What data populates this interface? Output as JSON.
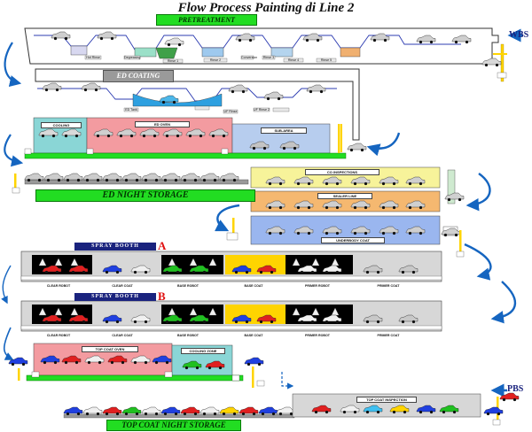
{
  "title": "Flow Process Painting di Line 2",
  "pretreatment": {
    "label": "PRETREATMENT",
    "stations": [
      "Hot Rinse",
      "Degreasing",
      "Rinse 1",
      "Rinse 2",
      "Conversion",
      "Rinse 3",
      "Rinse 4",
      "Rinse 5"
    ]
  },
  "ed_coating": {
    "label": "ED COATING",
    "stations": [
      "ED Tank",
      "UF Rinse",
      "UF Rinse 2"
    ]
  },
  "wbs_label": "WBS",
  "pbs_label": "PBS",
  "ed_oven_row": {
    "cooling": "COOLING",
    "ed_oven": "ED OVEN",
    "sub_area": "SUB-AREA"
  },
  "ed_night_storage": "ED NIGHT STORAGE",
  "inspection_stack": {
    "co": "CO INSPECTIONS",
    "sealer": "SEALER LINE",
    "under": "UNDERBODY COAT"
  },
  "booth_a": {
    "title": "SPRAY BOOTH",
    "letter": "A",
    "labels": [
      "CLEAR ROBOT",
      "CLEAR COAT",
      "BASE ROBOT",
      "BASE COAT",
      "PRIMER ROBOT",
      "PRIMER COAT"
    ]
  },
  "booth_b": {
    "title": "SPRAY BOOTH",
    "letter": "B",
    "labels": [
      "CLEAR ROBOT",
      "CLEAR COAT",
      "BASE ROBOT",
      "BASE COAT",
      "PRIMER ROBOT",
      "PRIMER COAT"
    ]
  },
  "top_coat_row": {
    "oven": "TOP COAT OVEN",
    "cooling": "COOLING ZONE"
  },
  "top_coat_inspection": "TOP COAT INSPECTION",
  "top_coat_night_storage": "TOP COAT NIGHT STORAGE",
  "colors": {
    "green": "#22dd22",
    "navy": "#1a237e",
    "blue_arrow": "#1565c0",
    "oven": "#f39ba0",
    "cooling": "#8ad6d6",
    "inspect_yellow": "#f7f39a",
    "sealer_orange": "#f5b870",
    "under_blue": "#9ab6ef"
  }
}
